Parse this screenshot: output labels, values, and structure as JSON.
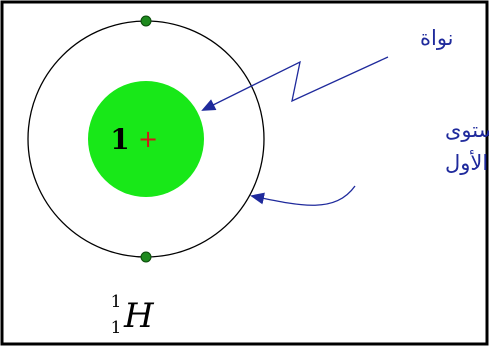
{
  "atom": {
    "proton_count": "1",
    "nucleus_charge": "+",
    "symbol": "H",
    "mass_number": "1",
    "atomic_number": "1",
    "electrons_shown": 2
  },
  "labels": {
    "nucleus": "نواة",
    "shell_line1": "المستوى",
    "shell_line2": "الإلكتروني الأول"
  },
  "colors": {
    "nucleus_fill": "#18e818",
    "electron_fill": "#1e8a1e",
    "label_text": "#1f2a9c",
    "arrow": "#1f2a9c",
    "plus_sign": "#d01818",
    "frame": "#000000"
  }
}
